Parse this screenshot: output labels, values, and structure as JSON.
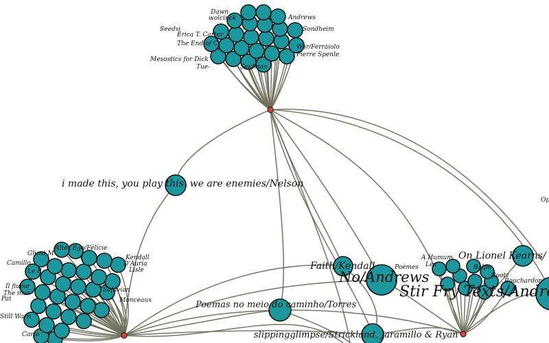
{
  "colors": {
    "background": "#ffffff",
    "node_fill": "#1c979e",
    "node_stroke": "#111111",
    "hub_fill": "#e0442a",
    "edge": "#6e6e5c",
    "label": "#111111"
  },
  "clusters": {
    "top": {
      "labels": [
        "Dawn",
        "wolcinck",
        "Andrews",
        "Seedsi",
        "Erica T. Carter",
        "Sondheim",
        "The End of C",
        "War/Ferraiolo",
        "Pierre Spenle",
        "Mesostics for Dick",
        "Tue-",
        "Seidman"
      ]
    },
    "left": {
      "labels": [
        "Alter Ego/Félicie",
        "Ghost M",
        "Kendall",
        "D'Auria",
        "Camillo",
        "Le R",
        "Lisle",
        "Il fiume",
        "The mur",
        "Pat",
        "Monceaux",
        "Still Warn",
        "Carto",
        "Safavian"
      ]
    },
    "right": {
      "labels": [
        "A Humum",
        "Les",
        "Poèmes",
        "Bouchardon",
        "Balpe",
        "Bootz"
      ]
    }
  },
  "featured": {
    "nelson": "i made this, you play this. we are enemies/Nelson",
    "faith": "Faith/Kendall",
    "no_andrews": "No/Andrews",
    "stir_fry": "Stir Fry Texts/Andrews",
    "lionel": "On Lionel Kearns/",
    "poemas": "Poemas no meio do caminho/Torres",
    "slipping": "slippingglimpse/Strickland, Jaramillo & Ryan",
    "edge_fragment": "Op"
  }
}
